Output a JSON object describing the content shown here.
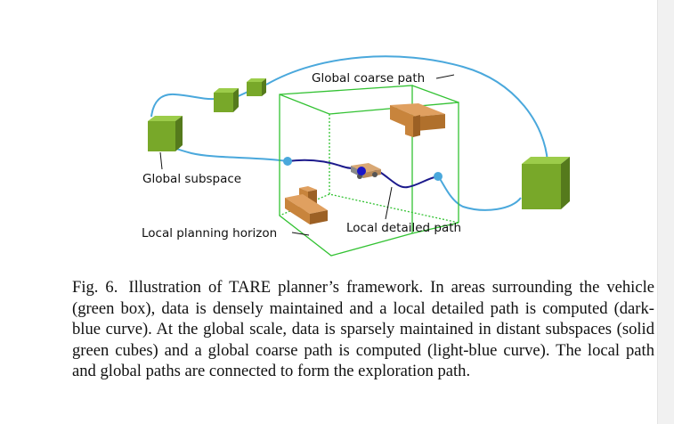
{
  "figure": {
    "labels": {
      "global_coarse_path": "Global coarse path",
      "global_subspace": "Global subspace",
      "local_planning_horizon": "Local planning horizon",
      "local_detailed_path": "Local detailed path"
    },
    "colors": {
      "light_blue_curve": "#4aa8dc",
      "dark_blue_curve": "#1c1a8c",
      "green_box": "#33c233",
      "cube_front": "#78a829",
      "cube_top": "#9ccc4a",
      "cube_side": "#557a1c",
      "obstacle": "#c8843c"
    }
  },
  "caption": {
    "fig_number": "Fig. 6.",
    "text": "Illustration of TARE planner’s framework. In areas surrounding the vehicle (green box), data is densely maintained and a local detailed path is computed (dark-blue curve). At the global scale, data is sparsely maintained in distant subspaces (solid green cubes) and a global coarse path is computed (light-blue curve). The local path and global paths are connected to form the exploration path."
  }
}
